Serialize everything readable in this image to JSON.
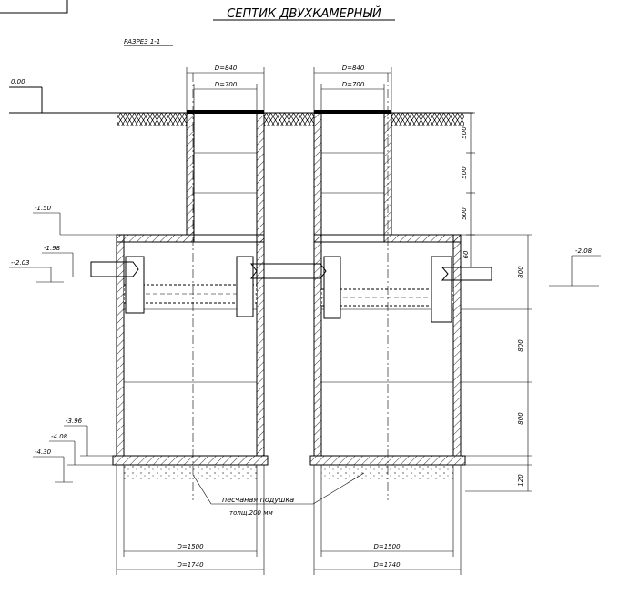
{
  "drawing": {
    "title": "СЕПТИК ДВУХКАМЕРНЫЙ",
    "section": "РАЗРЕЗ 1-1"
  },
  "elevations": {
    "ground": "0.00",
    "e_150": "-1.50",
    "e_198": "-1.98",
    "e_203": "--2.03",
    "e_208": "-2.08",
    "e_396": "-3.96",
    "e_408": "-4.08",
    "e_430": "-4.30"
  },
  "dims": {
    "d840": "D=840",
    "d700": "D=700",
    "d1500": "D=1500",
    "d1740": "D=1740",
    "v500a": "500",
    "v500b": "500",
    "v500c": "500",
    "v60": "60",
    "v800a": "800",
    "v800b": "800",
    "v800c": "800",
    "v120": "120"
  },
  "notes": {
    "sand_1": "песчаная подушка",
    "sand_2": "толщ.200 мм"
  }
}
